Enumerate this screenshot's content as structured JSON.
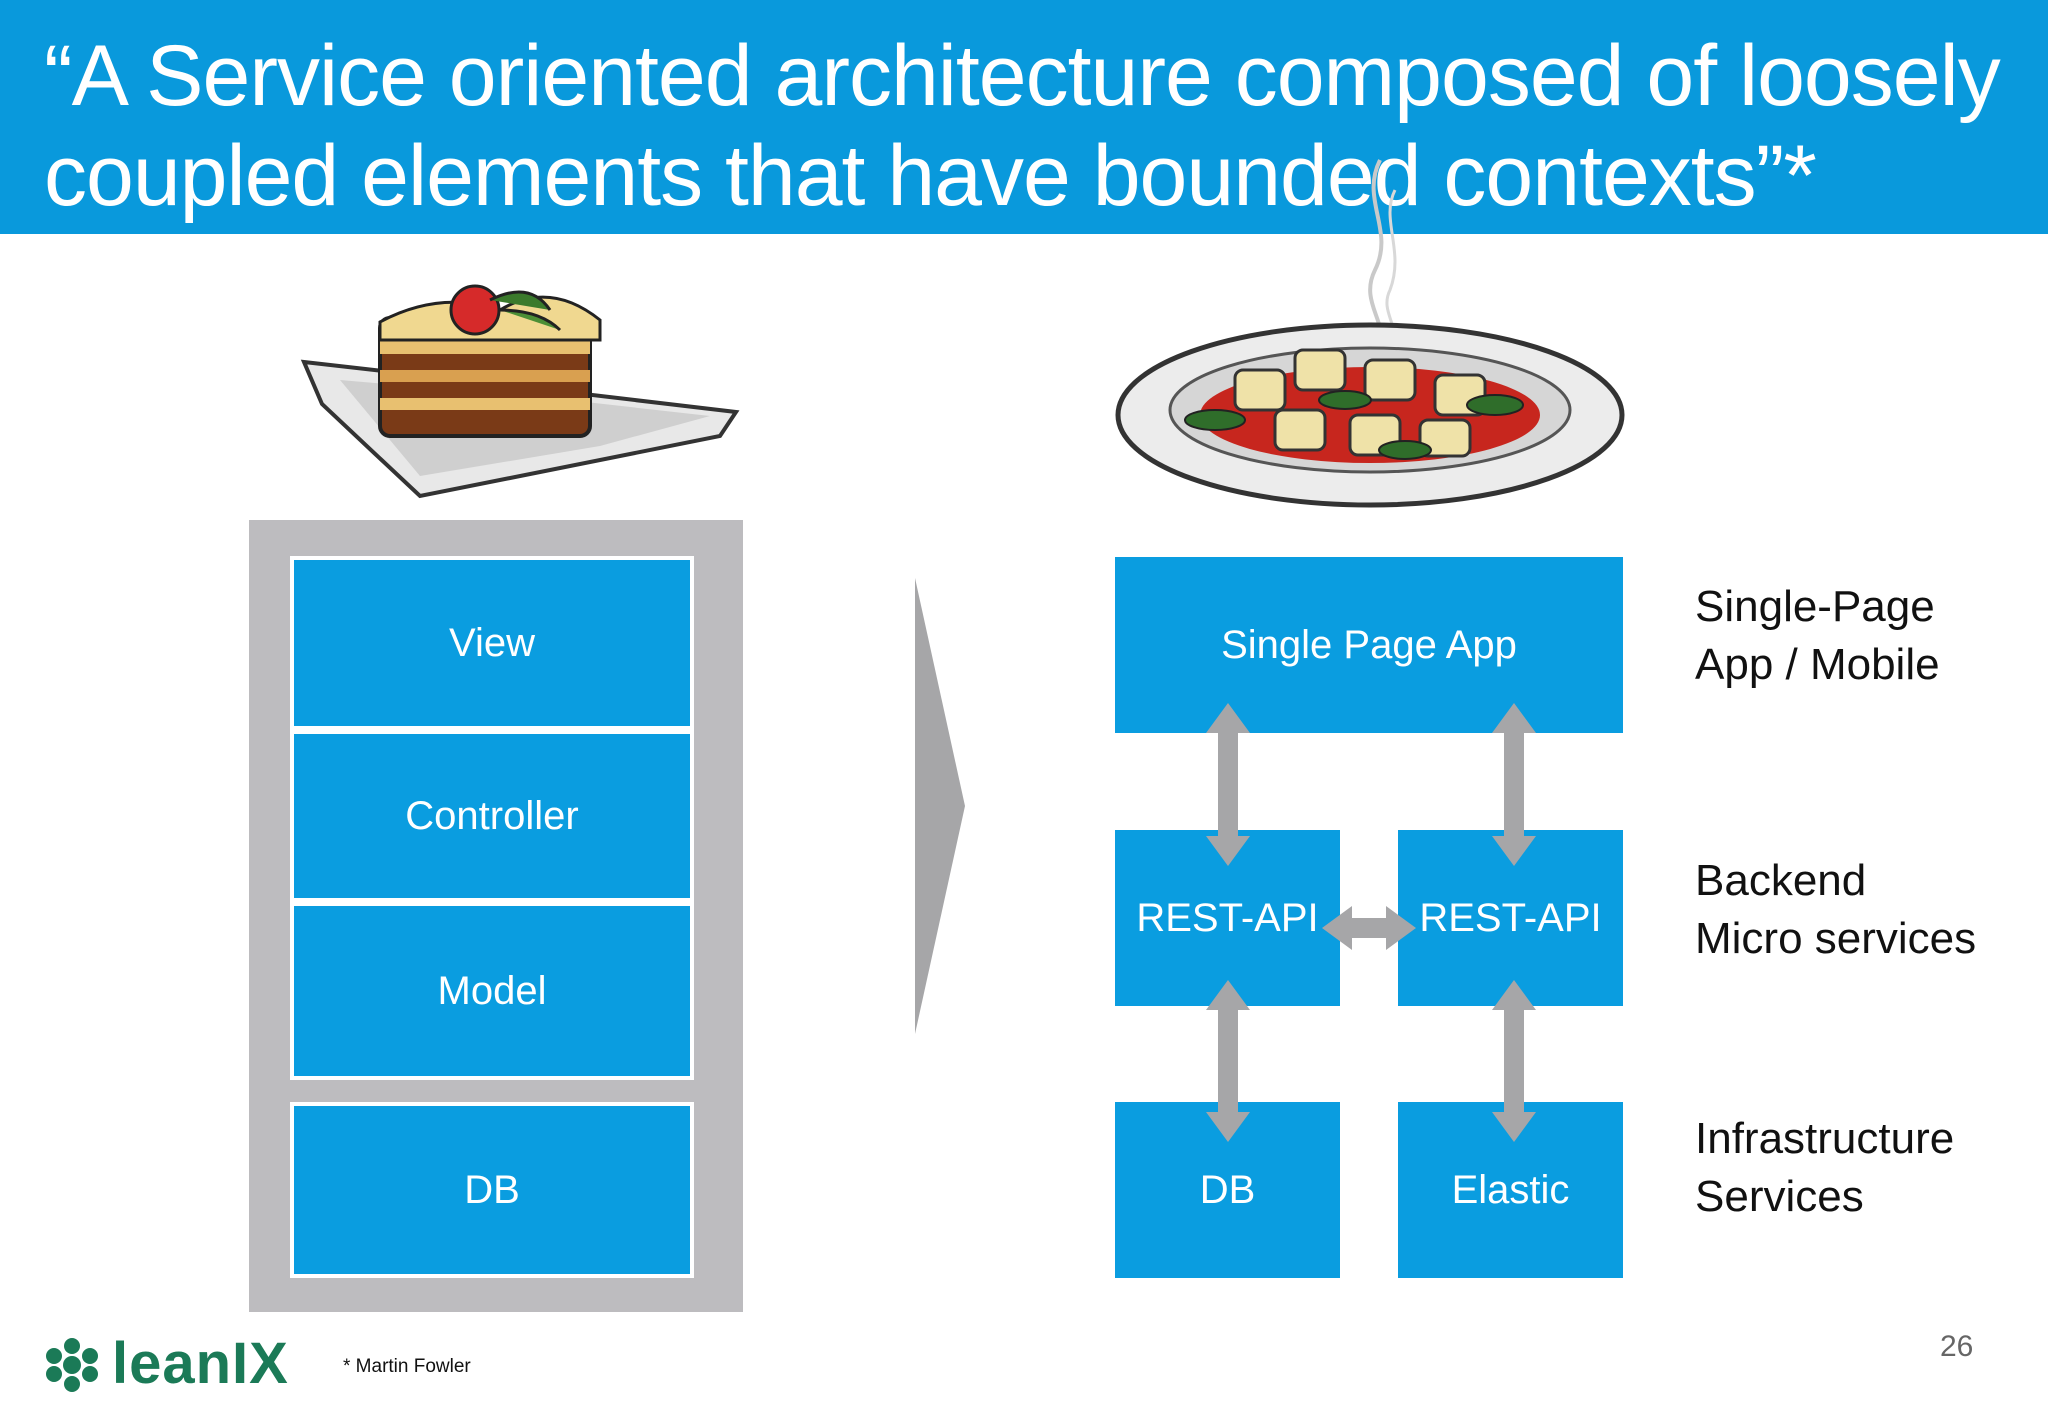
{
  "header": {
    "title": "“A Service oriented architecture composed of loosely coupled elements that have bounded contexts”*"
  },
  "monolith": {
    "layers": [
      "View",
      "Controller",
      "Model"
    ],
    "db": "DB"
  },
  "microservices": {
    "spa": "Single Page App",
    "api_left": "REST-API",
    "api_right": "REST-API",
    "db": "DB",
    "elastic": "Elastic"
  },
  "side_labels": {
    "frontend": "Single-Page\nApp / Mobile",
    "backend": "Backend\nMicro services",
    "infra": "Infrastructure\nServices"
  },
  "footer": {
    "footnote": "* Martin Fowler",
    "page_number": "26",
    "logo": "leanIX"
  },
  "colors": {
    "header": "#0999dc",
    "box": "#0a9de0",
    "frame": "#bdbcbf",
    "arrow": "#a6a6a8",
    "logo": "#1b7a57"
  }
}
